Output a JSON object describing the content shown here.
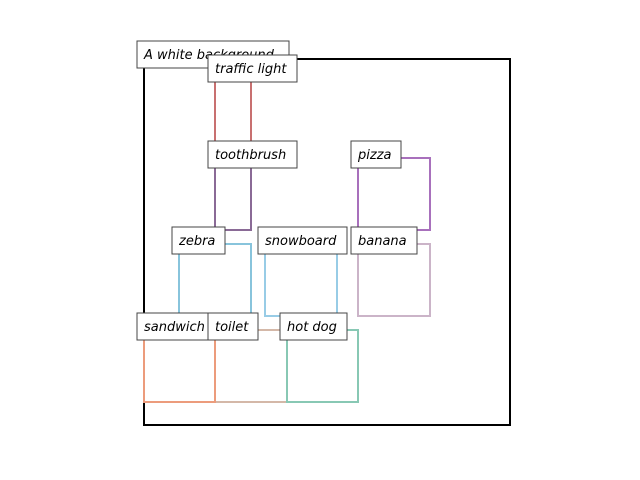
{
  "canvas": {
    "label": "A white background"
  },
  "boxes": [
    {
      "id": "traffic-light",
      "label": "traffic light",
      "color": "#c87070"
    },
    {
      "id": "toothbrush",
      "label": "toothbrush",
      "color": "#8a6a96"
    },
    {
      "id": "pizza",
      "label": "pizza",
      "color": "#a870bc"
    },
    {
      "id": "zebra",
      "label": "zebra",
      "color": "#88c4dc"
    },
    {
      "id": "snowboard",
      "label": "snowboard",
      "color": "#98cce6"
    },
    {
      "id": "banana",
      "label": "banana",
      "color": "#cbb4c8"
    },
    {
      "id": "sandwich",
      "label": "sandwich",
      "color": "#ec9c7c"
    },
    {
      "id": "toilet",
      "label": "toilet",
      "color": "#d4b8a8"
    },
    {
      "id": "hot-dog",
      "label": "hot dog",
      "color": "#88c8b4"
    }
  ]
}
